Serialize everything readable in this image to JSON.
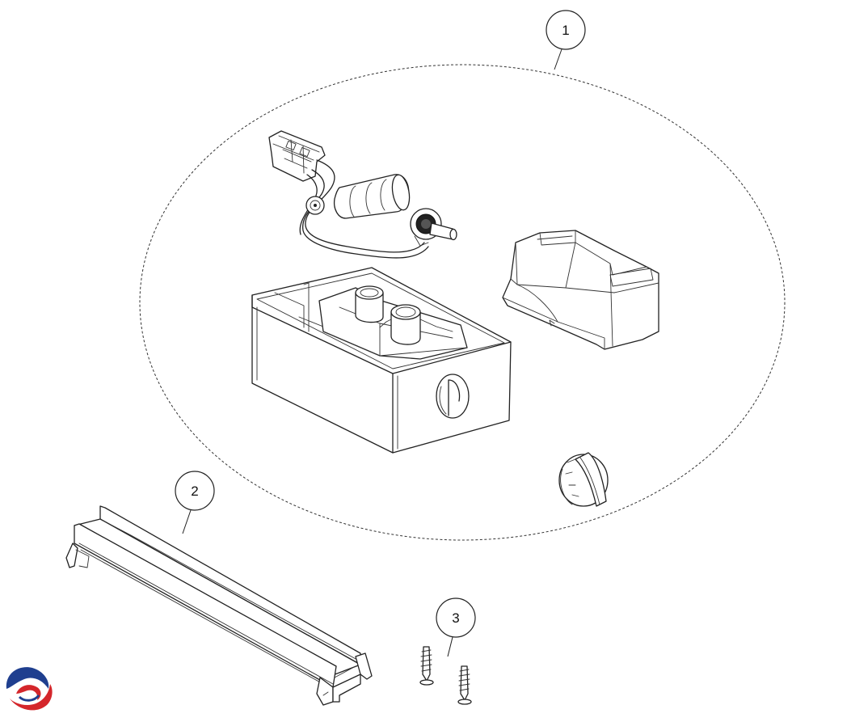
{
  "callouts": [
    {
      "id": "assembly",
      "number": "1"
    },
    {
      "id": "rail",
      "number": "2"
    },
    {
      "id": "screws",
      "number": "3"
    }
  ],
  "colors": {
    "line": "#222222",
    "background": "#ffffff",
    "logo_blue": "#1f3f8f",
    "logo_red": "#d4262b"
  },
  "icons": {
    "logo": "brand-swirl-logo"
  }
}
